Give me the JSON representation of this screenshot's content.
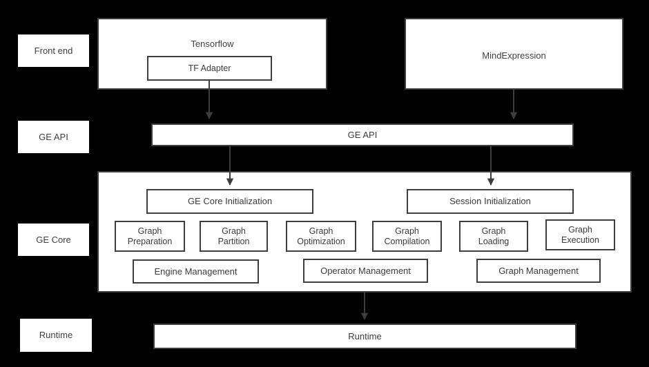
{
  "diagram": {
    "background_color": "#000000",
    "surface_color": "#ffffff",
    "stroke_color": "#3d3d3d",
    "text_color": "#404040"
  },
  "layers": [
    {
      "key": "front_end",
      "label": "Front end"
    },
    {
      "key": "ge_api",
      "label": "GE API"
    },
    {
      "key": "ge_core",
      "label": "GE Core"
    },
    {
      "key": "runtime",
      "label": "Runtime"
    }
  ],
  "front_end": {
    "frameworks": [
      {
        "title": "Tensorflow",
        "child": "TF Adapter"
      },
      {
        "title": "MindExpression",
        "child": null
      }
    ]
  },
  "ge_api": {
    "bar_label": "GE API"
  },
  "ge_core": {
    "init_blocks": [
      {
        "label": "GE Core Initialization"
      },
      {
        "label": "Session Initialization"
      }
    ],
    "stage_blocks": [
      {
        "label": "Graph\nPreparation"
      },
      {
        "label": "Graph\nPartition"
      },
      {
        "label": "Graph\nOptimization"
      },
      {
        "label": "Graph\nCompilation"
      },
      {
        "label": "Graph\nLoading"
      },
      {
        "label": "Graph\nExecution"
      }
    ],
    "management_blocks": [
      {
        "label": "Engine Management"
      },
      {
        "label": "Operator Management"
      },
      {
        "label": "Graph Management"
      }
    ]
  },
  "runtime": {
    "bar_label": "Runtime"
  },
  "connectors": [
    {
      "from": "TF Adapter",
      "to": "GE API",
      "direction": "down"
    },
    {
      "from": "MindExpression",
      "to": "GE API",
      "direction": "down"
    },
    {
      "from": "GE API",
      "to": "GE Core Initialization",
      "direction": "down"
    },
    {
      "from": "GE API",
      "to": "Session Initialization",
      "direction": "down"
    },
    {
      "from": "GE Core",
      "to": "Runtime",
      "direction": "down"
    }
  ]
}
